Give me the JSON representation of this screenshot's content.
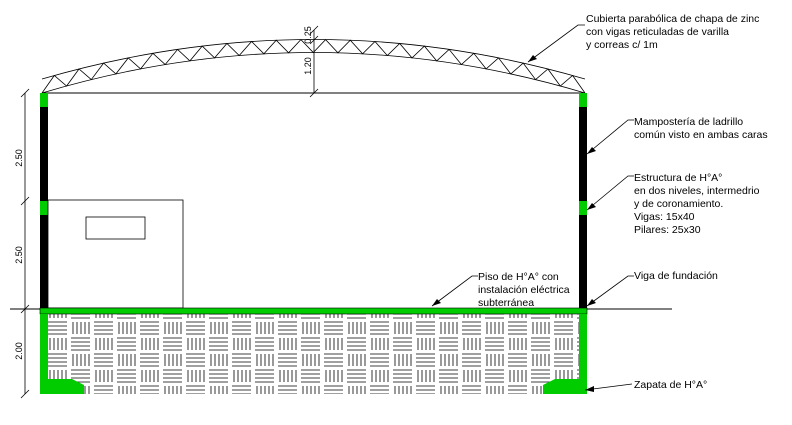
{
  "annotations": {
    "roof": [
      "Cubierta parabólica de chapa de zinc",
      "con vigas reticuladas de varilla",
      "y correas c/ 1m"
    ],
    "masonry": [
      "Mampostería de ladrillo",
      "común visto en ambas caras"
    ],
    "structure": [
      "Estructura de H°A°",
      "en dos niveles, intermedrio",
      "y de coronamiento.",
      "Vigas: 15x40",
      "Pilares: 25x30"
    ],
    "floor": [
      "Piso de H°A° con",
      "instalación eléctrica",
      "subterránea"
    ],
    "foundation_beam": "Viga de fundación",
    "footing": "Zapata de H°A°"
  },
  "dimensions": {
    "wall_upper": "2.50",
    "wall_lower": "2.50",
    "foundation": "2.00",
    "roof_rise": "1.20",
    "roof_thickness": "0.25"
  },
  "colors": {
    "line": "#000000",
    "concrete": "#00cc00"
  }
}
